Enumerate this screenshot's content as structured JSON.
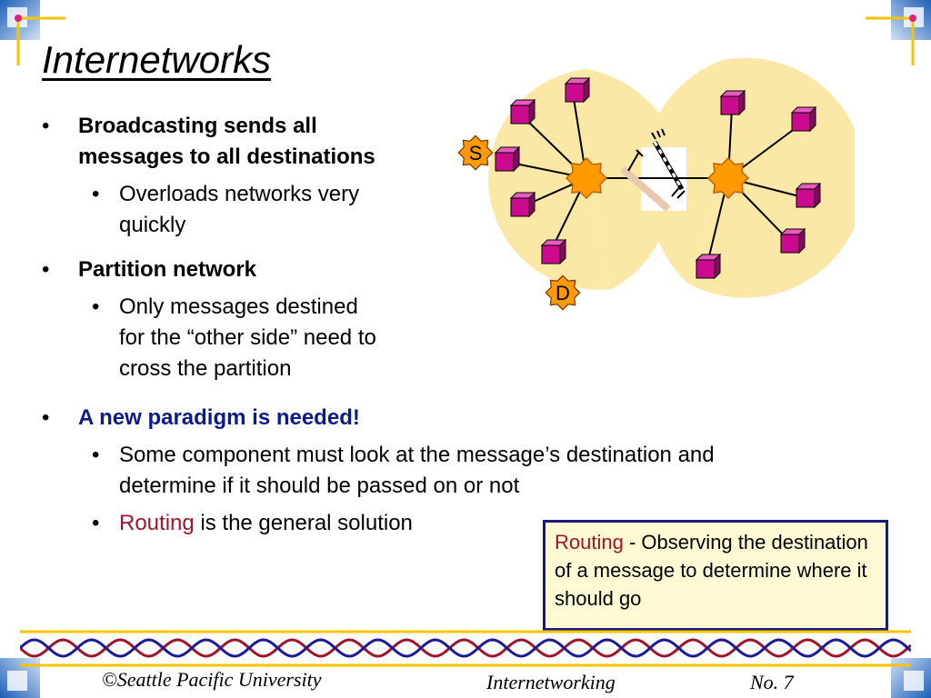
{
  "slide": {
    "title": "Internetworks"
  },
  "bullets": {
    "b1": {
      "text": "Broadcasting sends all messages to all destinations",
      "line1": "Broadcasting sends all",
      "line2": "messages to all destinations"
    },
    "b1_sub": {
      "line1": "Overloads networks very",
      "line2": "quickly"
    },
    "b2": {
      "text": "Partition network"
    },
    "b2_sub": {
      "line1": "Only messages destined",
      "line2": "for the “other side” need to",
      "line3": "cross the partition"
    },
    "b3": {
      "text": "A new paradigm is needed!"
    },
    "b3_sub1": {
      "line1": "Some component must look at the message’s destination and",
      "line2": "determine if it should be passed on or not"
    },
    "b3_sub2": {
      "highlight": "Routing",
      "rest": " is the general solution"
    }
  },
  "diagram": {
    "source_label": "S",
    "dest_label": "D"
  },
  "callout": {
    "term": "Routing",
    "definition": " - Observing the destination of a message to determine where it should go"
  },
  "footer": {
    "left": "©Seattle Pacific University",
    "middle": "Internetworking",
    "right": "No. 7"
  },
  "colors": {
    "bullet_blue": "#0d1a8c",
    "routing_red": "#a0152a",
    "callout_bg": "#fffad3",
    "callout_border": "#1a1a7a",
    "node_magenta": "#cc0a8f",
    "hub_orange": "#ff9a00",
    "region_yellow": "#fbe7a6"
  }
}
